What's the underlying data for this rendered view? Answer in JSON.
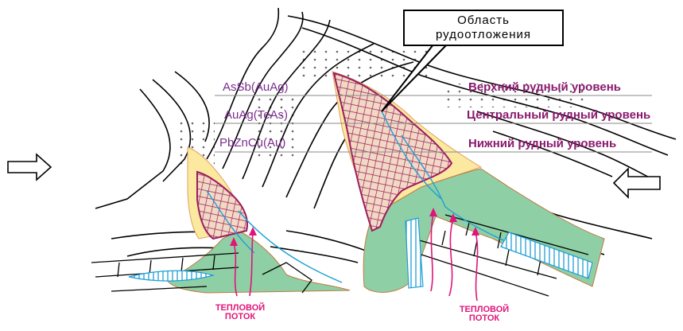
{
  "callout": {
    "line1": "Область",
    "line2": "рудоотложения"
  },
  "elements": {
    "upper": "AsSb(AuAg)",
    "central": "AuAg(TeAs)",
    "lower": "PbZnCu(Au)"
  },
  "levels": {
    "upper": "Верхний рудный уровень",
    "central": "Центральный рудный уровень",
    "lower": "Нижний рудный уровень"
  },
  "heat_flow": {
    "left": {
      "line1": "ТЕПЛОВОЙ",
      "line2": "ПОТОК"
    },
    "right": {
      "line1": "ТЕПЛОВОЙ",
      "line2": "ПОТОК"
    }
  },
  "colors": {
    "ore_hatch": "#9b1d5e",
    "alteration_yellow": "#fbe9a0",
    "alteration_green": "#8fcfa6",
    "heat_arrows": "#e0147a",
    "veins": "#1e9fd6",
    "level_text": "#8a1a6e"
  },
  "icons": {
    "left_arrow": "hollow-arrow-right",
    "right_arrow": "hollow-arrow-left"
  }
}
